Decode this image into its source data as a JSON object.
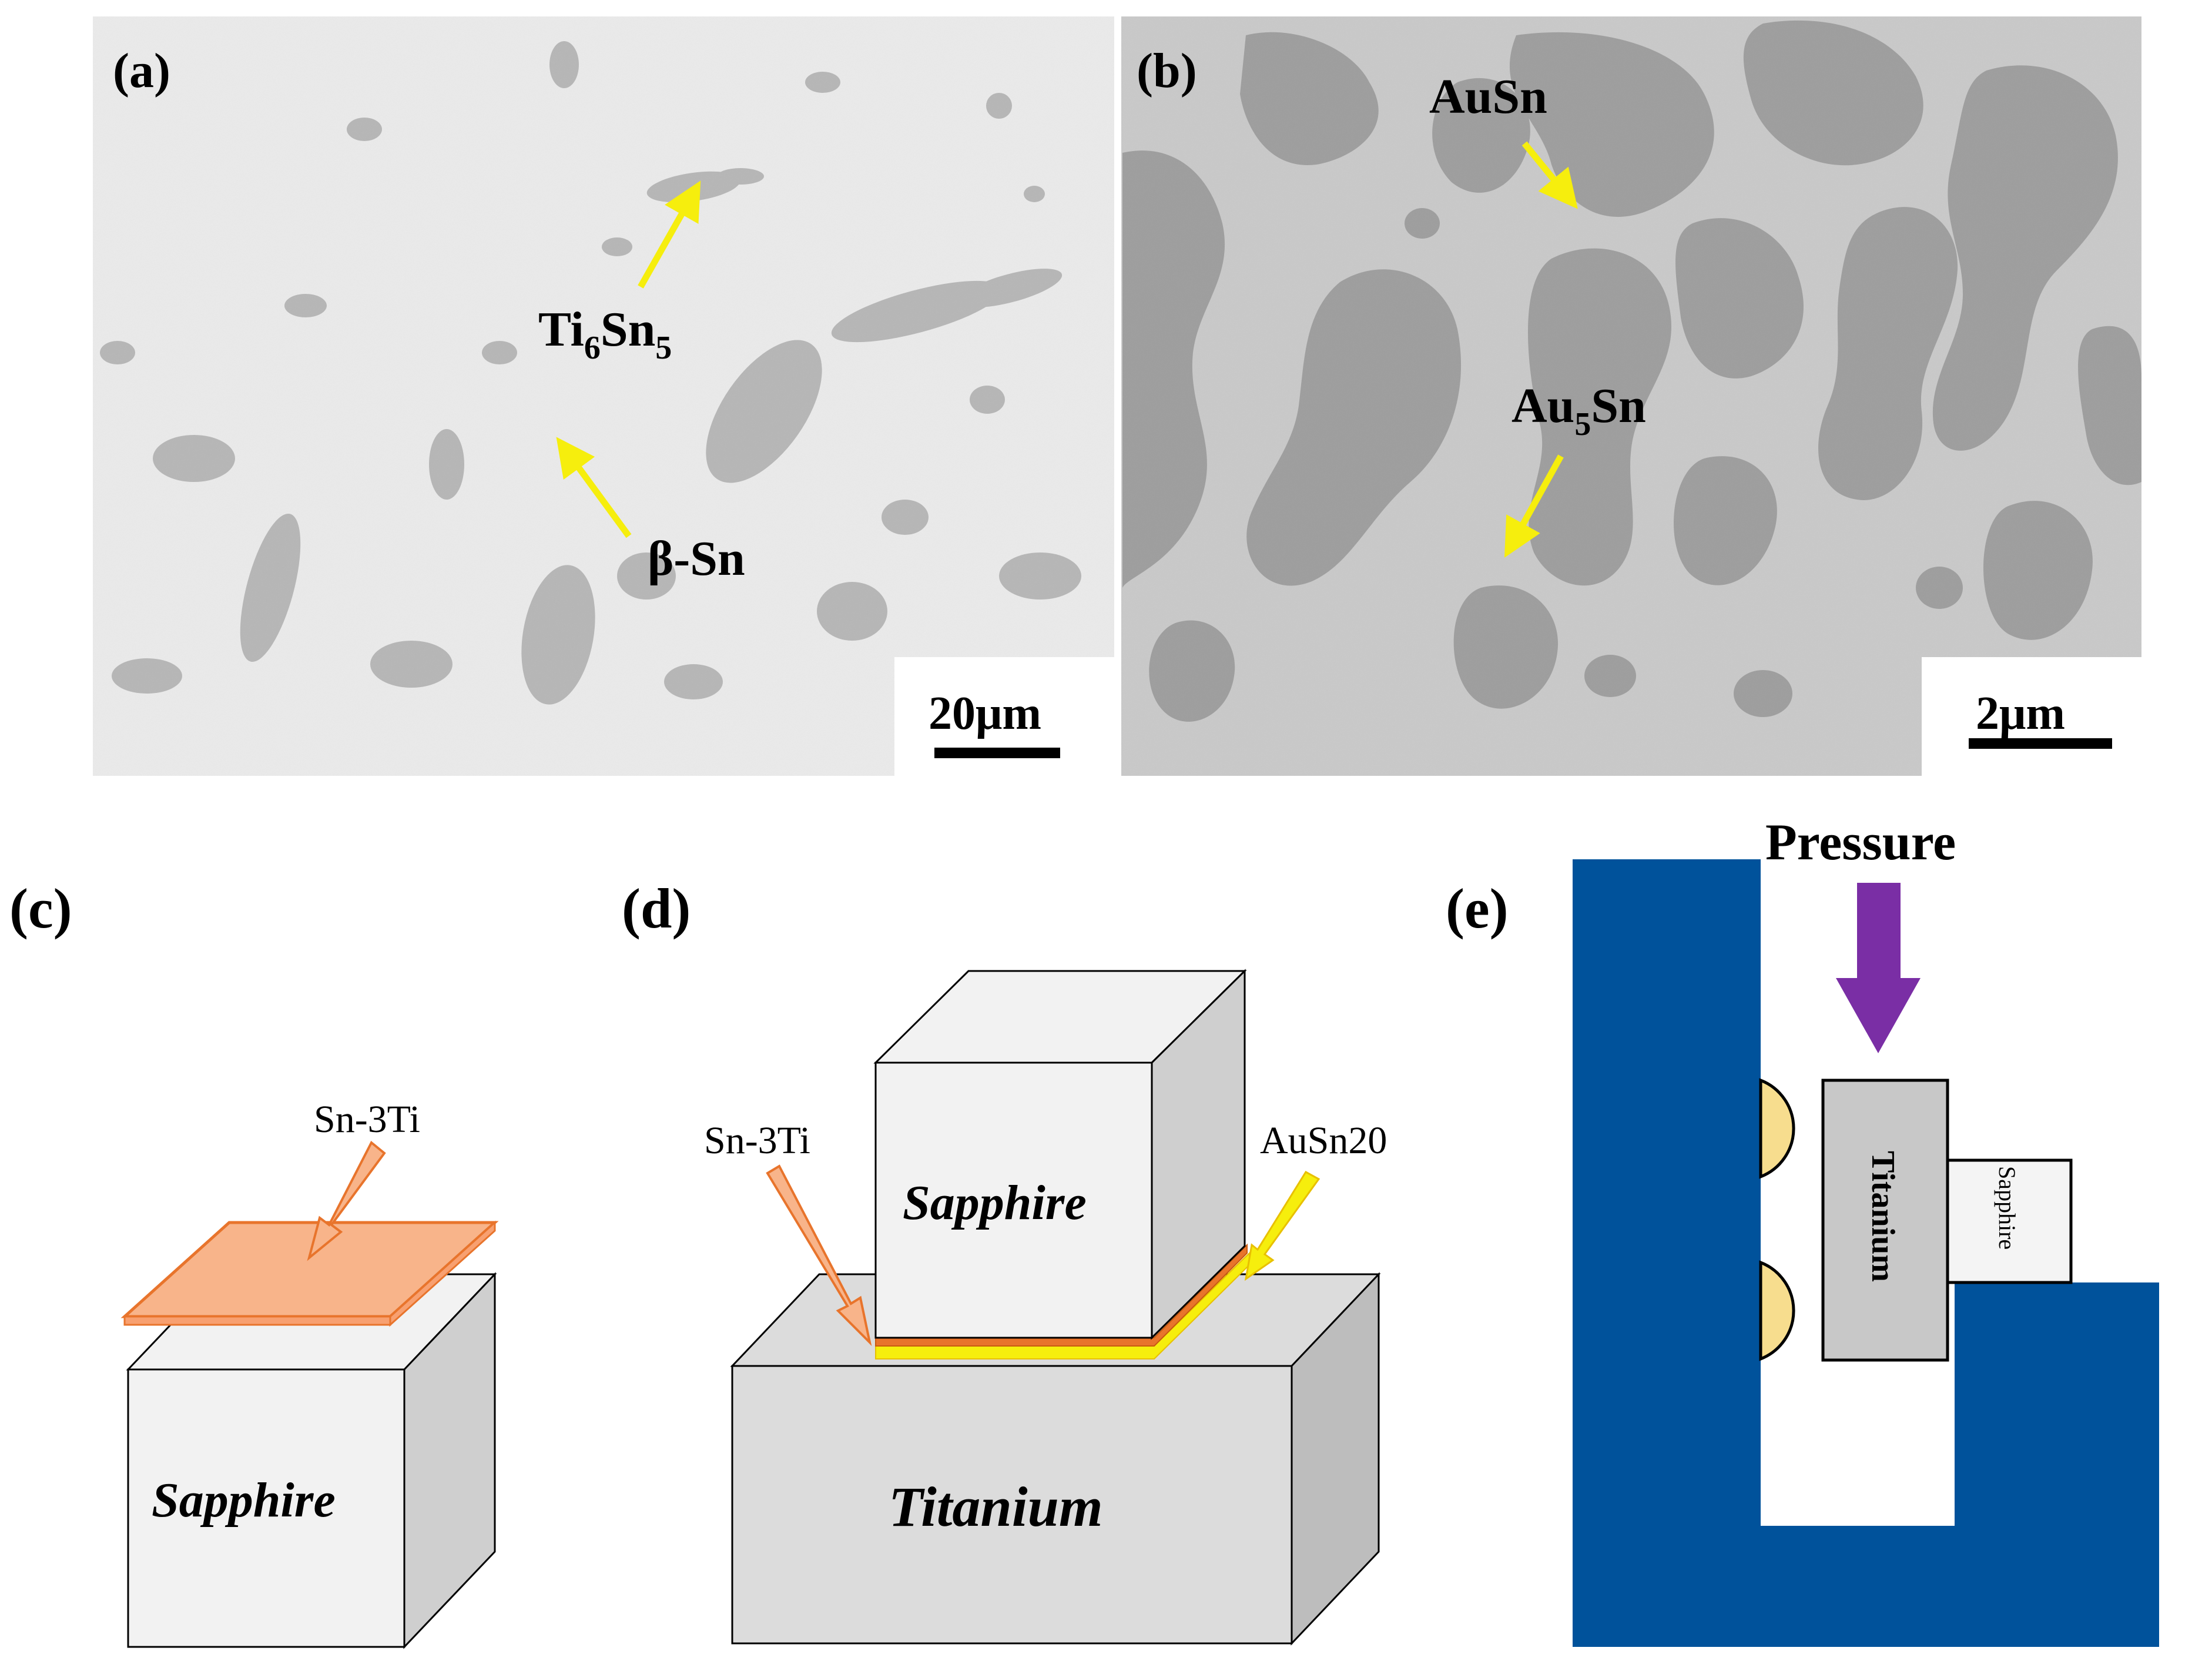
{
  "panels": {
    "a": {
      "tag": "(a)",
      "phase1": {
        "base": "Ti",
        "sub1": "6",
        "mid": "Sn",
        "sub2": "5"
      },
      "phase2": "β-Sn",
      "scale": "20μm"
    },
    "b": {
      "tag": "(b)",
      "phase1": "AuSn",
      "phase2": {
        "base": "Au",
        "sub": "5",
        "tail": "Sn"
      },
      "scale": "2μm"
    },
    "c": {
      "tag": "(c)",
      "foil_label": "Sn-3Ti",
      "block_label": "Sapphire"
    },
    "d": {
      "tag": "(d)",
      "foil_left": "Sn-3Ti",
      "foil_right": "AuSn20",
      "top_label": "Sapphire",
      "bottom_label": "Titanium"
    },
    "e": {
      "tag": "(e)",
      "pressure": "Pressure",
      "titanium": "Titanium",
      "sapphire": "Sapphire"
    }
  },
  "colors": {
    "arrow_yellow": "#f6ee0d",
    "foil_orange": "#f8b48a",
    "foil_stroke": "#e8742c",
    "fixture_blue": "#00529b",
    "pressure_purple": "#7a2ea5",
    "ball_yellow": "#f7dd8e"
  }
}
